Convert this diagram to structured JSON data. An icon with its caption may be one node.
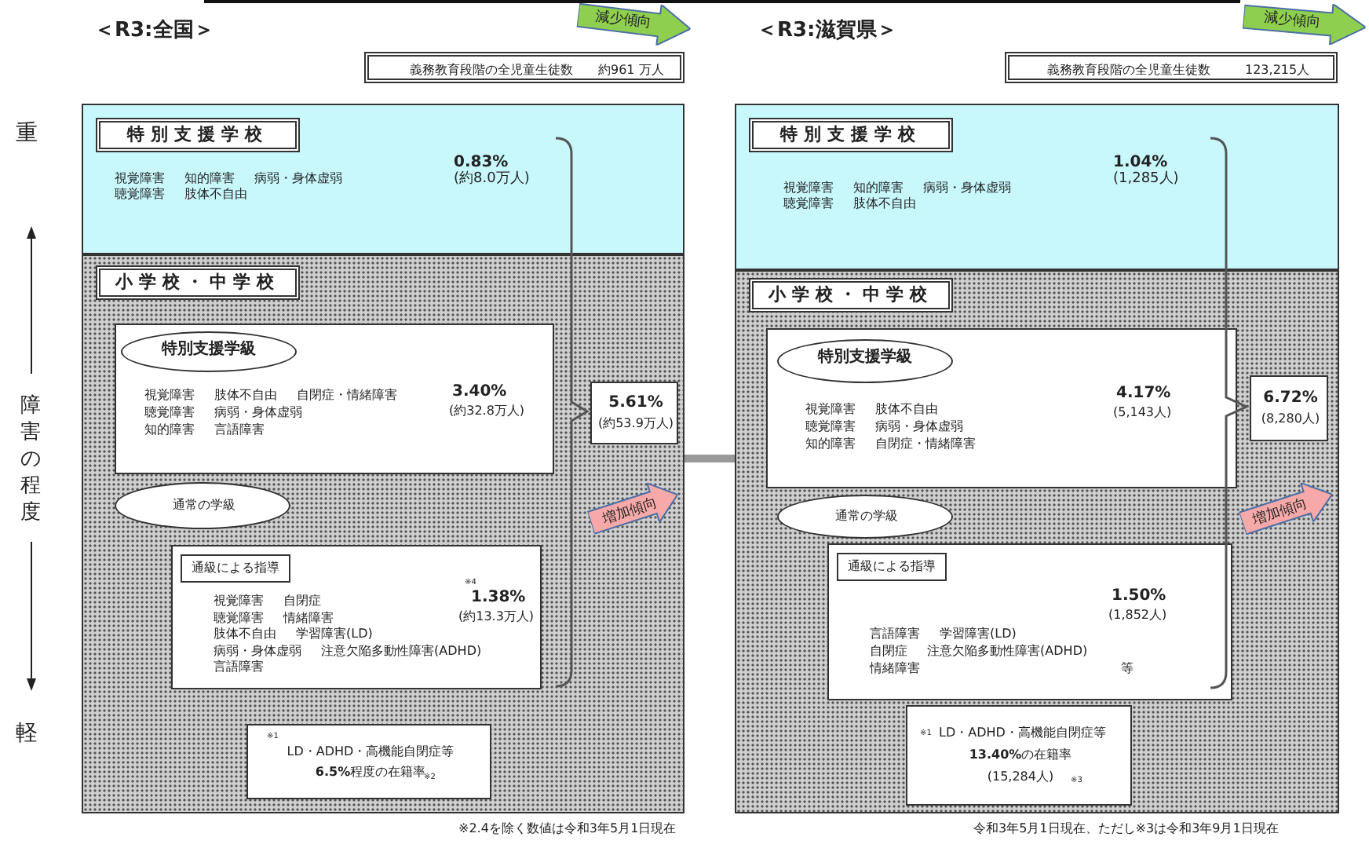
{
  "diagram": {
    "nodes": [
      {
        "text": [
          "特別支援学校",
          "視覚障害 知的障害 病弱・身体虚弱",
          "聴覚障害 肢体不自由",
          "0.83%",
          "(約8.0万人)"
        ]
      },
      {
        "text": [
          "小学校・中学校"
        ]
      },
      {
        "text": [
          "特別支援学級",
          "視覚障害 肢体不自由 自閉症・情緒障害",
          "聴覚障害 病弱・身体虚弱",
          "知的障害 言語障害",
          "3.40%",
          "(約32.8万人)"
        ],
        "in": 1
      },
      {
        "text": [
          "通常の学級"
        ],
        "in": 1
      },
      {
        "text": [
          "通級による指導",
          "※4",
          "視覚障害 自閉症",
          "聴覚障害 情緒障害",
          "肢体不自由 学習障害(LD)",
          "病弱・身体虚弱 注意欠陥多動性障害(ADHD)",
          "言語障害",
          "1.38%",
          "(約13.3万人)"
        ],
        "in": 1
      },
      {
        "text": [
          "※1",
          "LD・ADHD・高機能自閉症等",
          "**6.5%**程度の在籍率",
          "※2"
        ],
        "in": 1
      },
      {
        "text": [
          "5.61%",
          "(約53.9万人)"
        ],
        "in": 1
      },
      {
        "text": [
          "義務教育段階の全児童生徒数",
          "約961 万人"
        ]
      },
      {
        "text": [
          "減少傾向"
        ]
      },
      {
        "text": [
          "増加傾向"
        ],
        "in": 1
      },
      {
        "text": [
          "特別支援学校",
          "視覚障害 知的障害 病弱・身体虚弱",
          "聴覚障害 肢体不自由",
          "1.04%",
          "(1,285人)"
        ]
      },
      {
        "text": [
          "小学校・中学校"
        ]
      },
      {
        "text": [
          "特別支援学級",
          "視覚障害 肢体不自由",
          "聴覚障害 病弱・身体虚弱",
          "知的障害 自閉症・情緒障害",
          "4.17%",
          "(5,143人)"
        ],
        "in": 11
      },
      {
        "text": [
          "通常の学級"
        ],
        "in": 11
      },
      {
        "text": [
          "通級による指導",
          "1.50%",
          "(1,852人)",
          "言語障害 学習障害(LD)",
          "自閉症 注意欠陥多動性障害(ADHD)",
          "情緒障害",
          "等"
        ],
        "in": 11
      },
      {
        "text": [
          "※1",
          "LD・ADHD・高機能自閉症等",
          "**13.40%**の在籍率",
          "(15,284人)",
          "※3"
        ],
        "in": 11
      },
      {
        "text": [
          "6.72%",
          "(8,280人)"
        ],
        "in": 11
      },
      {
        "text": [
          "義務教育段階の全児童生徒数",
          "123,215人"
        ]
      },
      {
        "text": [
          "減少傾向"
        ]
      },
      {
        "text": [
          "増加傾向"
        ],
        "in": 11
      }
    ],
    "edges": [
      {
        "from": 1,
        "to": 11,
        "arrow": "none"
      }
    ],
    "labels": [
      "＜R3:全国＞",
      "＜R3:滋賀県＞",
      "重",
      "障害の程度",
      "軽",
      "※2.4を除く数値は令和3年5月1日現在",
      "令和3年5月1日現在、ただし※3は令和3年9月1日現在"
    ]
  }
}
